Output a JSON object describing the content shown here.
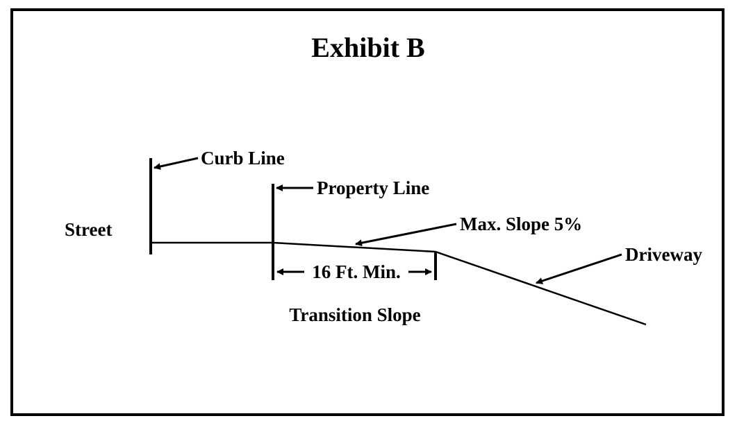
{
  "title": "Exhibit B",
  "labels": {
    "street": "Street",
    "curb_line": "Curb Line",
    "property_line": "Property Line",
    "max_slope": "Max. Slope 5%",
    "driveway": "Driveway",
    "min_distance": "16 Ft. Min.",
    "transition_slope": "Transition Slope"
  }
}
